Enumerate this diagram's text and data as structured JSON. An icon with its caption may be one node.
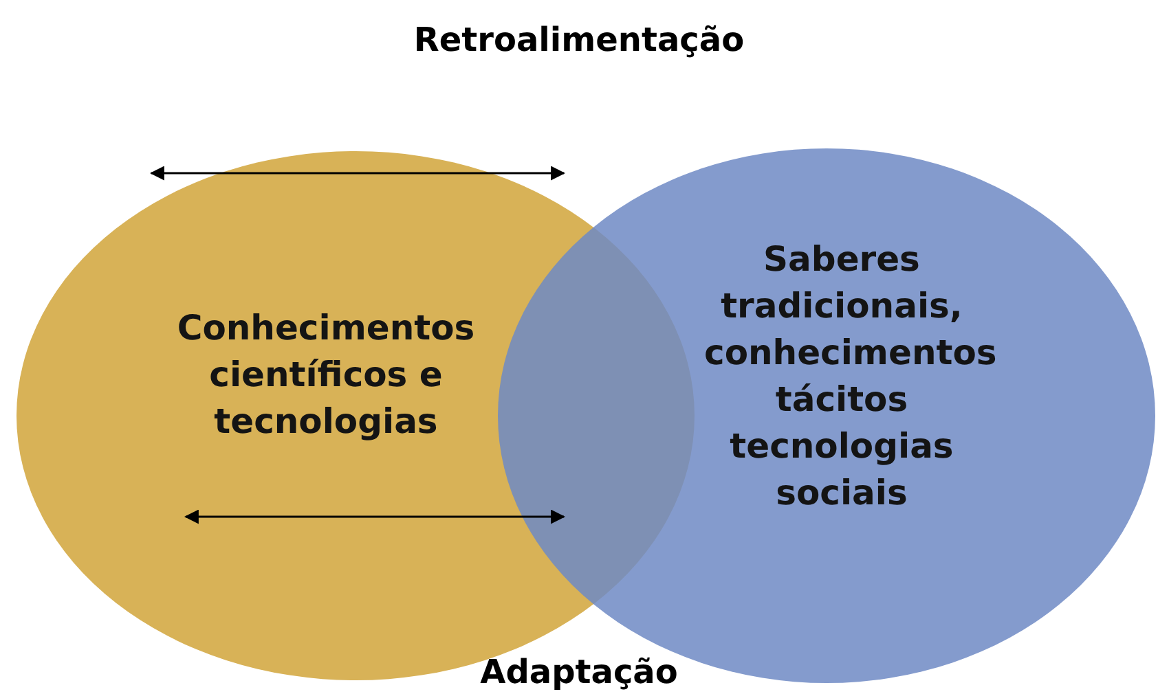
{
  "diagram": {
    "nodes": [
      {
        "text": [
          "Conhecimentos científicos e tecnologias"
        ]
      },
      {
        "text": [
          "Saberes tradicionais, conhecimentos tácitos tecnologias sociais"
        ]
      }
    ],
    "edges": [
      {
        "from": 0,
        "to": 1,
        "arrow": "both"
      },
      {
        "from": 0,
        "to": 1,
        "arrow": "both"
      }
    ],
    "labels": [
      "Retroalimentação",
      "Adaptação"
    ]
  }
}
